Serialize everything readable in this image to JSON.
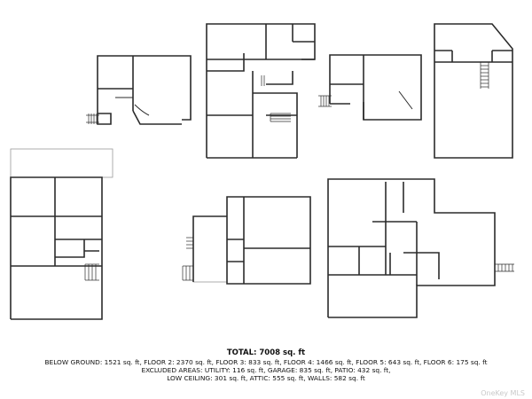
{
  "floors": [
    {
      "label": "",
      "rooms": [
        "",
        "",
        "",
        ""
      ]
    },
    {
      "label": "",
      "rooms": [
        "",
        "",
        "",
        "",
        "",
        "",
        "",
        "",
        ""
      ]
    },
    {
      "label": "",
      "rooms": [
        "",
        "",
        ""
      ]
    },
    {
      "label": "",
      "rooms": [
        "",
        ""
      ]
    },
    {
      "label": "",
      "rooms": [
        "",
        "",
        "",
        "",
        "",
        "",
        "",
        "",
        "",
        ""
      ]
    },
    {
      "label": "",
      "rooms": [
        "",
        "",
        "",
        "",
        "",
        "",
        ""
      ]
    },
    {
      "label": "",
      "rooms": [
        "",
        "",
        "",
        "",
        "",
        "",
        "",
        "",
        "",
        "",
        ""
      ]
    }
  ],
  "summary": {
    "total": "TOTAL: 7008 sq. ft",
    "line1": "BELOW GROUND: 1521 sq. ft, FLOOR 2: 2370 sq. ft, FLOOR 3: 833 sq. ft, FLOOR 4: 1466 sq. ft, FLOOR 5: 643 sq. ft, FLOOR 6: 175 sq. ft",
    "line2": "EXCLUDED AREAS: UTILITY: 116 sq. ft, GARAGE: 835 sq. ft, PATIO: 432 sq. ft,",
    "line3": "LOW CEILING: 301 sq. ft, ATTIC: 555 sq. ft, WALLS: 582 sq. ft",
    "footnote": ""
  },
  "watermark": "OneKey MLS"
}
